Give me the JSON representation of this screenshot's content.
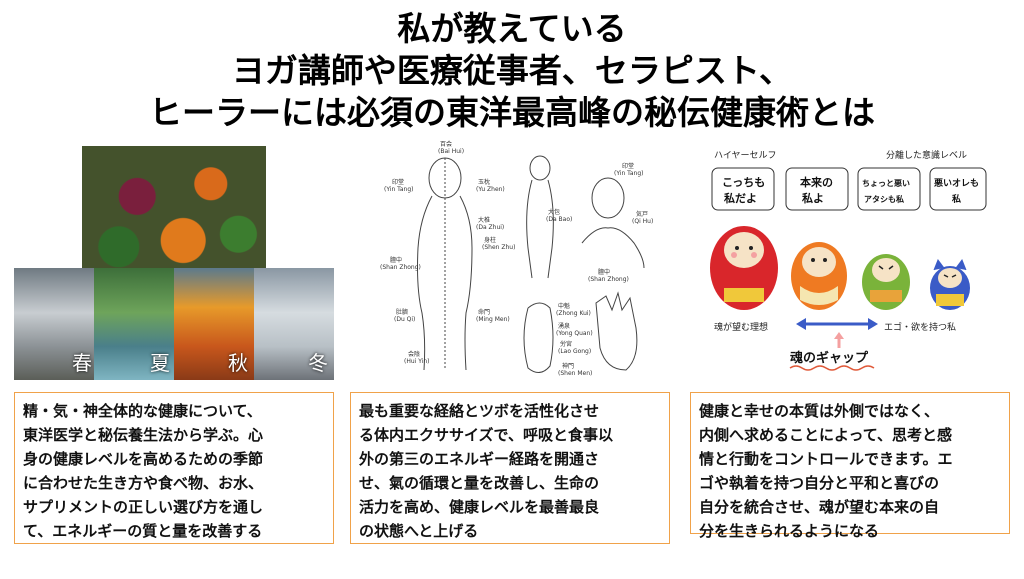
{
  "title": {
    "line1": "私が教えている",
    "line2": "ヨガ講師や医療従事者、セラピスト、",
    "line3": "ヒーラーには必須の東洋最高峰の秘伝健康術とは"
  },
  "seasons": [
    "春",
    "夏",
    "秋",
    "冬"
  ],
  "meridian": {
    "front": [
      {
        "cn": "百会",
        "py": "(Bai Hui)"
      },
      {
        "cn": "印堂",
        "py": "(Yin Tang)"
      },
      {
        "cn": "玉枕",
        "py": "(Yu Zhen)"
      },
      {
        "cn": "大椎",
        "py": "(Da Zhui)"
      },
      {
        "cn": "身柱",
        "py": "(Shen Zhu)"
      },
      {
        "cn": "膻中",
        "py": "(Shan Zhong)"
      },
      {
        "cn": "肚臍",
        "py": "(Du Qi)"
      },
      {
        "cn": "命門",
        "py": "(Ming Men)"
      },
      {
        "cn": "会陰",
        "py": "(Hui Yin)"
      }
    ],
    "side": [
      {
        "cn": "印堂",
        "py": "(Yin Tang)"
      },
      {
        "cn": "大包",
        "py": "(Da Bao)"
      },
      {
        "cn": "気戸",
        "py": "(Qi Hu)"
      },
      {
        "cn": "膻中",
        "py": "(Shan Zhong)"
      },
      {
        "cn": "中魁",
        "py": "(Zhong Kui)"
      },
      {
        "cn": "湧泉",
        "py": "(Yong Quan)"
      },
      {
        "cn": "労宮",
        "py": "(Lao Gong)"
      },
      {
        "cn": "神門",
        "py": "(Shen Men)"
      }
    ]
  },
  "dolls": {
    "left_header": "ハイヤーセルフ",
    "right_header": "分離した意識レベル",
    "bubbles": [
      [
        "こっちも",
        "私だよ"
      ],
      [
        "本来の",
        "私よ"
      ],
      [
        "ちょっと悪い",
        "アタシも私"
      ],
      [
        "悪いオレも",
        "私"
      ]
    ],
    "left_caption": "魂が望む理想",
    "right_caption": "エゴ・欲を持つ私",
    "gap_label": "魂のギャップ"
  },
  "boxes": [
    [
      "精・気・神全体的な健康について、",
      "東洋医学と秘伝養生法から学ぶ。心",
      "身の健康レベルを高めるための季節",
      "に合わせた生き方や食べ物、お水、",
      "サプリメントの正しい選び方を通し",
      "て、エネルギーの質と量を改善する"
    ],
    [
      "最も重要な経絡とツボを活性化させ",
      "る体内エクササイズで、呼吸と食事以",
      "外の第三のエネルギー経路を開通さ",
      "せ、氣の循環と量を改善し、生命の",
      "活力を高め、健康レベルを最善最良",
      "の状態へと上げる"
    ],
    [
      "健康と幸せの本質は外側ではなく、",
      "内側へ求めることによって、思考と感",
      "情と行動をコントロールできます。エ",
      "ゴや執着を持つ自分と平和と喜びの",
      "自分を統合させ、魂が望む本来の自",
      "分を生きられるようになる"
    ]
  ],
  "colors": {
    "box_border": "#f0a24a",
    "arrow": "#3a5bc7",
    "wave": "#e05a3a"
  }
}
